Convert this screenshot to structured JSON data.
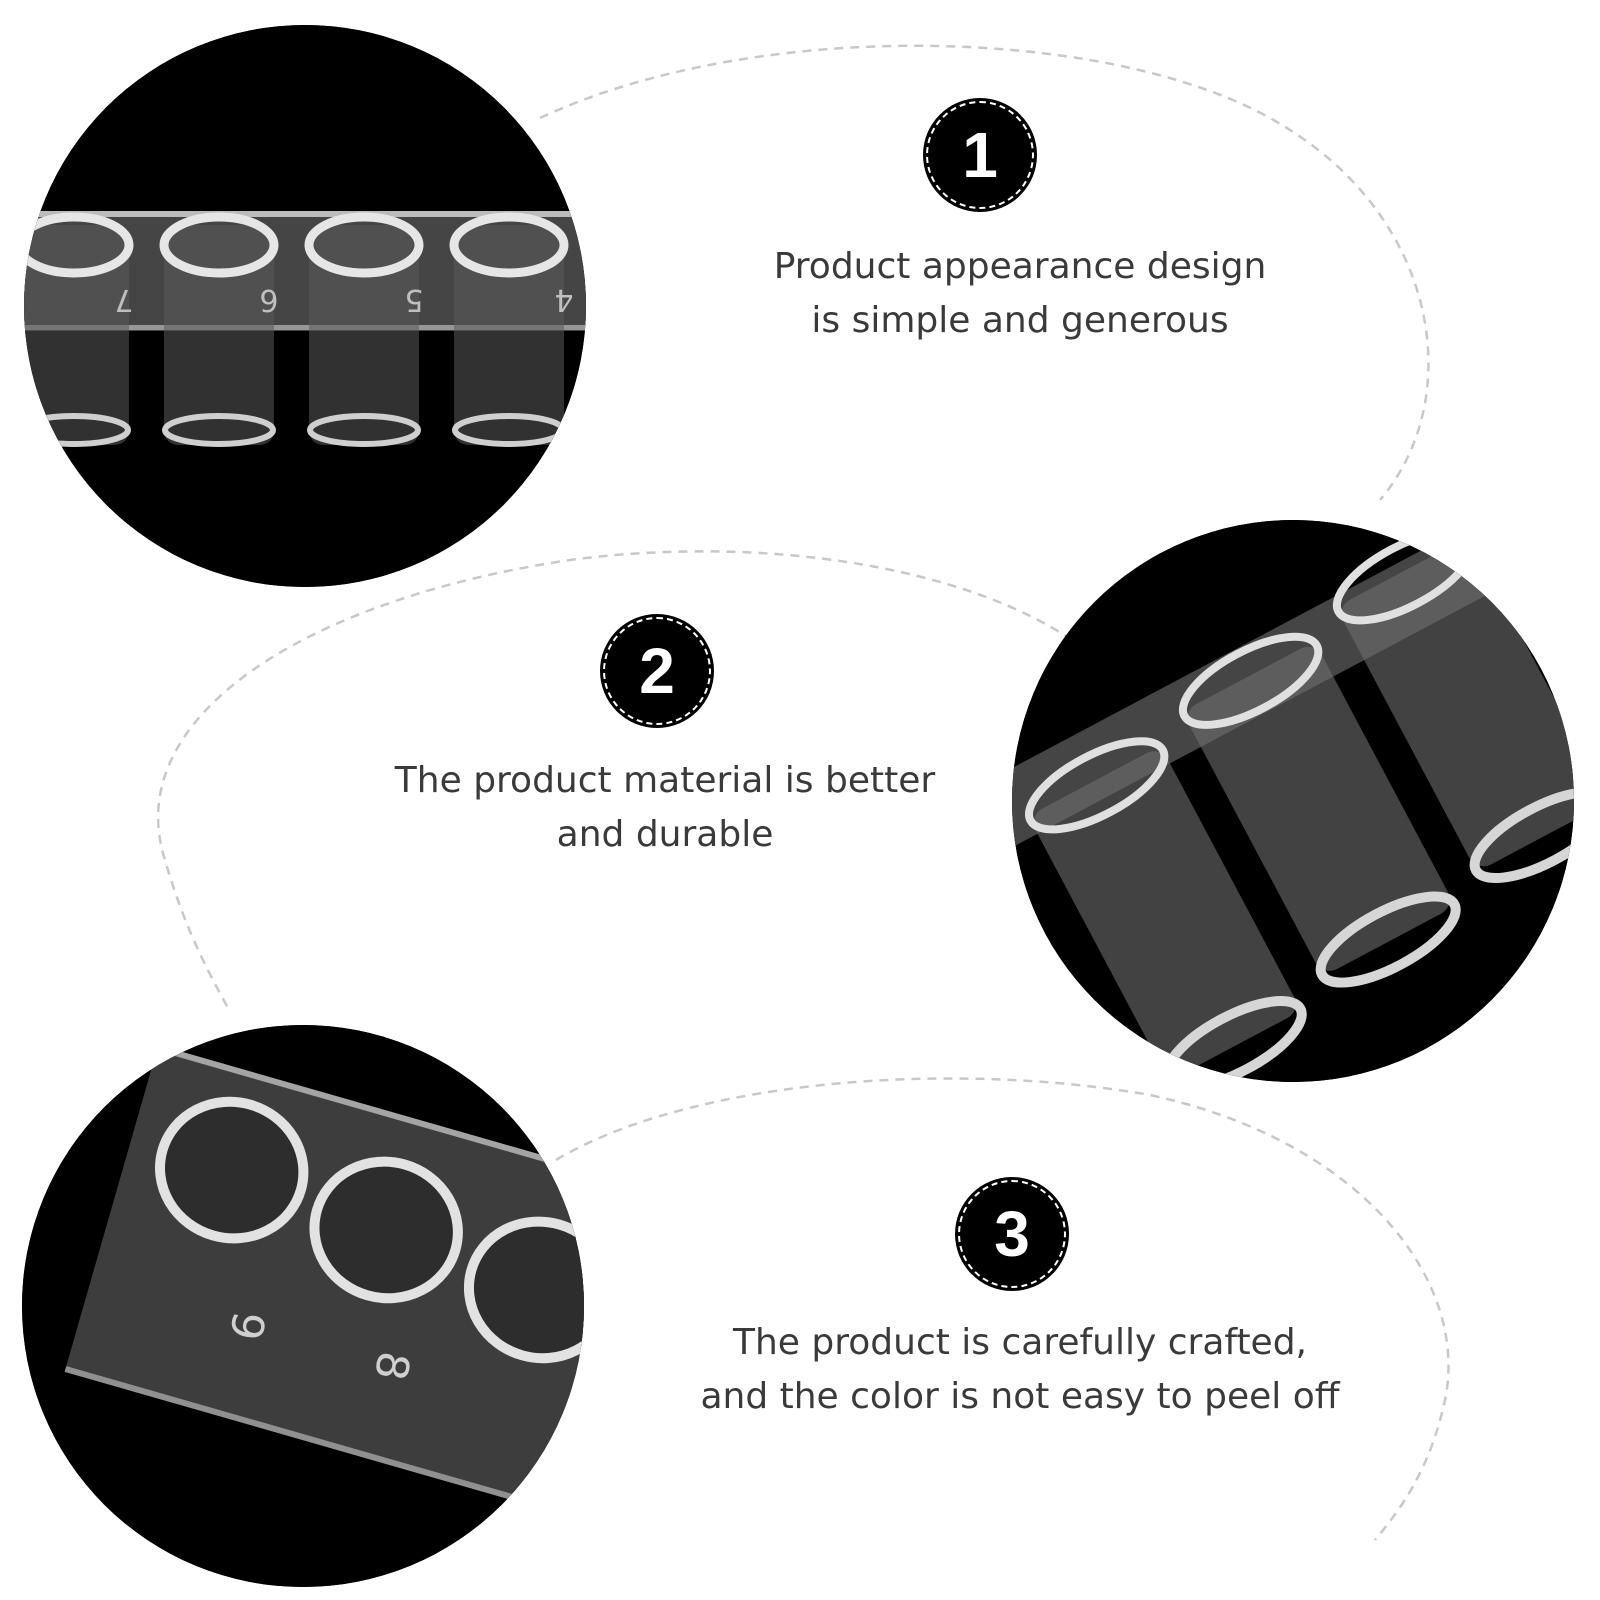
{
  "features": [
    {
      "number": "1",
      "lines": [
        "Product appearance design",
        "is simple and generous"
      ],
      "photo_icon": "tube-strip-front-photo-icon"
    },
    {
      "number": "2",
      "lines": [
        "The product material is better",
        "and durable"
      ],
      "photo_icon": "tube-strip-angled-photo-icon"
    },
    {
      "number": "3",
      "lines": [
        "The product is carefully crafted,",
        "and the color is not easy to peel off"
      ],
      "photo_icon": "tube-strip-top-photo-icon"
    }
  ],
  "strip_numbers_photo_1": [
    "7",
    "6",
    "5",
    "4"
  ],
  "strip_numbers_photo_3": [
    "9",
    "8"
  ],
  "colors": {
    "background": "#ffffff",
    "photo_background": "#000000",
    "badge": "#000000",
    "badge_text": "#ffffff",
    "text": "#3a3a3a",
    "dashed_line": "#c8c8c8"
  }
}
